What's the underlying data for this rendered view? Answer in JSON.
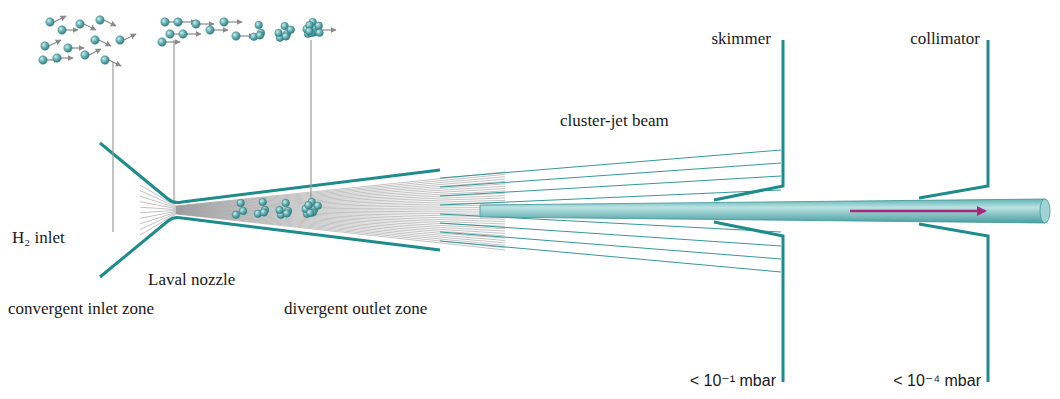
{
  "diagram": {
    "labels": [
      "skimmer",
      "collimator",
      "cluster-jet beam",
      "H₂ inlet",
      "Laval nozzle",
      "convergent inlet zone",
      "divergent outlet zone",
      "< 10⁻¹ mbar",
      "< 10⁻⁴ mbar"
    ]
  }
}
